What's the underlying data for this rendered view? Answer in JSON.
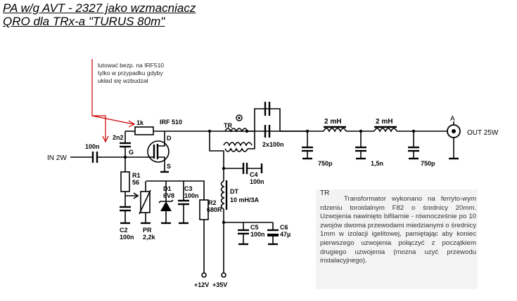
{
  "title": {
    "line1": "PA w/g AVT - 2327 jako wzmacniacz",
    "line2": "QRO dla TRx-a \"TURUS 80m\""
  },
  "annotation": {
    "line1": "lutować bezp. na IRF510",
    "line2": "tylko w przypadku gdyby",
    "line3": "układ się wzbudzał"
  },
  "ports": {
    "input": "IN 2W",
    "output": "OUT  25W",
    "output_node": "A",
    "supply_12": "+12V",
    "supply_35": "+35V"
  },
  "components": {
    "r_feedback": "1k",
    "c_feedback": "2n2",
    "c_in": "100n",
    "transistor": "IRF 510",
    "pin_d": "D",
    "pin_g": "G",
    "pin_s": "S",
    "r1_name": "R1",
    "r1_value": "56",
    "c2_name": "C2",
    "c2_value": "100n",
    "pr_name": "PR",
    "pr_value": "2,2k",
    "d1_name": "D1",
    "d1_value": "6V8",
    "c3_name": "C3",
    "c3_value": "100n",
    "r2_name": "R2",
    "r2_value": "680R",
    "tr_name": "TR",
    "c_out": "2x100n",
    "c4_name": "C4",
    "c4_value": "100n",
    "dt_name": "DT",
    "dt_value": "10 mH/3A",
    "c5_name": "C5",
    "c5_value": "100n",
    "c6_name": "C6",
    "c6_value": "47µ",
    "l1_value": "2 mH",
    "l2_value": "2 mH",
    "c_filter1": "750p",
    "c_filter2": "1,5n",
    "c_filter3": "750p"
  },
  "transformer_note": {
    "tag": "TR",
    "text": "Transformator wykonano na ferryto-wym rdzeniu toroidalnym F82 o średnicy 20mm. Uzwojenia nawinięto bifilarnie - równocześnie po 10 zwojów dwoma przewodami miedzianymi o średnicy 1mm w izolacji igelitowej, pamiętając aby koniec pierwszego uzwojenia połączyć z początkiem drugiego uzwojenia (mozna uzyć przewodu instalacyjnego)."
  },
  "colors": {
    "annotation": "#cc0000",
    "wires": "#000000",
    "note_background": "#f3f3f3"
  }
}
